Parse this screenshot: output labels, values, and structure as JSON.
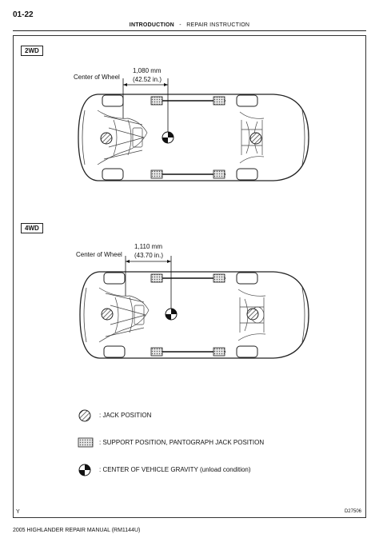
{
  "header": {
    "page_number": "01-22",
    "section": "INTRODUCTION",
    "separator": "-",
    "subsection": "REPAIR INSTRUCTION"
  },
  "diagram_2wd": {
    "label": "2WD",
    "center_of_wheel": "Center of Wheel",
    "distance_mm": "1,080 mm",
    "distance_in": "(42.52 in.)"
  },
  "diagram_4wd": {
    "label": "4WD",
    "center_of_wheel": "Center of Wheel",
    "distance_mm": "1,110 mm",
    "distance_in": "(43.70 in.)"
  },
  "legend": {
    "jack": ": JACK POSITION",
    "support": ": SUPPORT POSITION, PANTOGRAPH JACK POSITION",
    "gravity": ": CENTER OF VEHICLE GRAVITY (unload condition)"
  },
  "footer": {
    "left_mark": "Y",
    "figure_code": "D27506",
    "manual": "2005 HIGHLANDER REPAIR MANUAL   (RM1144U)"
  }
}
